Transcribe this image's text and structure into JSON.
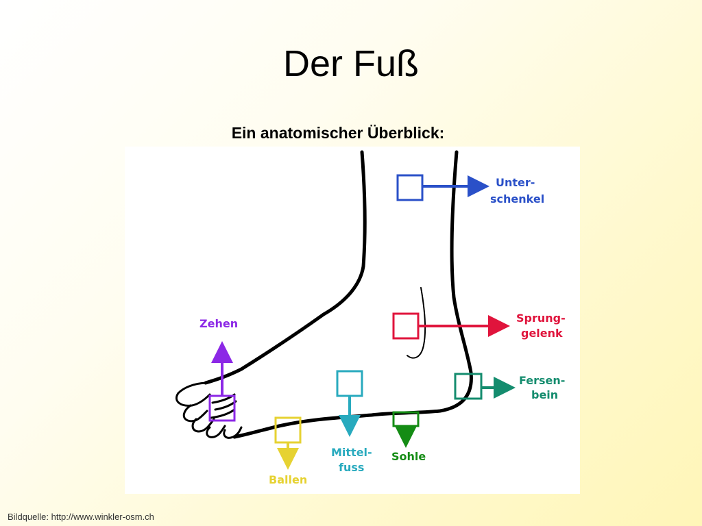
{
  "slide": {
    "title": "Der Fuß",
    "subtitle": "Ein anatomischer Überblick:",
    "credit": "Bildquelle: http://www.winkler-osm.ch"
  },
  "diagram": {
    "labels": {
      "unterschenkel": [
        "Unter-",
        "schenkel"
      ],
      "sprunggelenk": [
        "Sprung-",
        "gelenk"
      ],
      "fersenbein": [
        "Fersen-",
        "bein"
      ],
      "zehen": "Zehen",
      "ballen": "Ballen",
      "mittelfuss": [
        "Mittel-",
        "fuss"
      ],
      "sohle": "Sohle"
    },
    "colors": {
      "unterschenkel": "#2a50c8",
      "sprunggelenk": "#e0143c",
      "fersenbein": "#148c6e",
      "zehen": "#8c28e6",
      "ballen": "#e6d232",
      "mittelfuss": "#28aabe",
      "sohle": "#148c14"
    }
  }
}
